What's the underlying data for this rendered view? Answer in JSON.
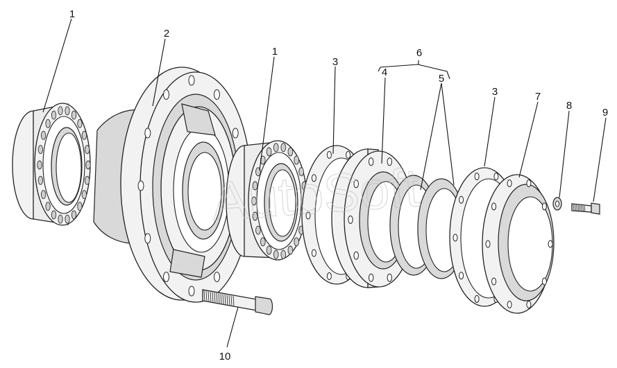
{
  "callouts": [
    {
      "id": "c1a",
      "text": "1"
    },
    {
      "id": "c2",
      "text": "2"
    },
    {
      "id": "c1b",
      "text": "1"
    },
    {
      "id": "c3a",
      "text": "3"
    },
    {
      "id": "c4",
      "text": "4"
    },
    {
      "id": "c6",
      "text": "6"
    },
    {
      "id": "c5",
      "text": "5"
    },
    {
      "id": "c3b",
      "text": "3"
    },
    {
      "id": "c7",
      "text": "7"
    },
    {
      "id": "c8",
      "text": "8"
    },
    {
      "id": "c9",
      "text": "9"
    },
    {
      "id": "c10",
      "text": "10"
    }
  ],
  "watermark": "AutoSoft"
}
